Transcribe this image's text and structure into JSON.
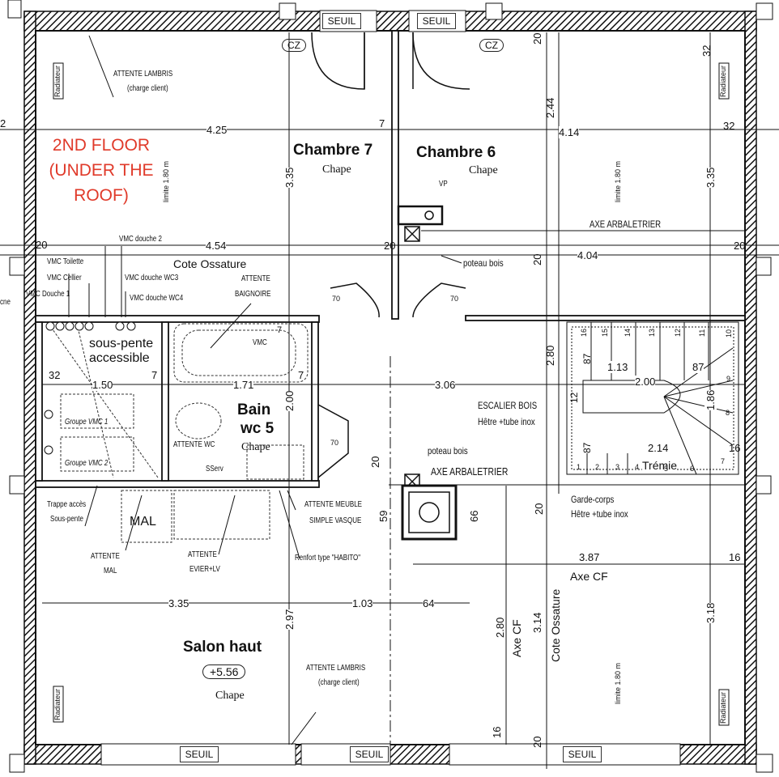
{
  "floor_label": "2ND FLOOR (UNDER THE ROOF)",
  "rooms": {
    "chambre7": {
      "name": "Chambre 7",
      "finish": "Chape"
    },
    "chambre6": {
      "name": "Chambre 6",
      "finish": "Chape"
    },
    "bain": {
      "name_line1": "Bain",
      "name_line2": "wc 5",
      "finish": "Chape"
    },
    "salon": {
      "name": "Salon haut",
      "level": "+5.56",
      "finish": "Chape"
    },
    "souspente": {
      "line1": "sous-pente",
      "line2": "accessible"
    }
  },
  "thresholds": {
    "top_left": "SEUIL",
    "top_right": "SEUIL",
    "bottom_left": "SEUIL",
    "bottom_mid": "SEUIL",
    "bottom_right": "SEUIL"
  },
  "cz_marks": [
    "CZ",
    "CZ"
  ],
  "radiator": "Radiateur",
  "notes": {
    "attente_lambris_top_1": "ATTENTE LAMBRIS",
    "attente_lambris_top_2": "(charge client)",
    "attente_lambris_bot_1": "ATTENTE LAMBRIS",
    "attente_lambris_bot_2": "(charge client)",
    "limite_180": "limite 1.80 m",
    "vp": "VP",
    "poteau_bois": "poteau bois",
    "axe_arbaletrier": "AXE ARBALETRIER",
    "cote_ossature": "Cote Ossature",
    "vmc_douche2": "VMC douche 2",
    "vmc_toilette": "VMC Toilette",
    "vmc_cellier": "VMC Cellier",
    "vmc_douche1": "VMC Douche 1",
    "vmc_douche_wc3": "VMC douche WC3",
    "vmc_douche_wc4": "VMC douche WC4",
    "attente_baignoire_1": "ATTENTE",
    "attente_baignoire_2": "BAIGNOIRE",
    "vmc": "VMC",
    "groupe_vmc1": "Groupe VMC 1",
    "groupe_vmc2": "Groupe VMC 2",
    "attente_wc": "ATTENTE WC",
    "sserv": "SServ",
    "trappe_1": "Trappe accès",
    "trappe_2": "Sous-pente",
    "mal": "MAL",
    "attente_mal_1": "ATTENTE",
    "attente_mal_2": "MAL",
    "attente_evier_1": "ATTENTE",
    "attente_evier_2": "EVIER+LV",
    "attente_meuble_1": "ATTENTE MEUBLE",
    "attente_meuble_2": "SIMPLE VASQUE",
    "renfort": "Renfort  type \"HABITO\"",
    "escalier_1": "ESCALIER BOIS",
    "escalier_2": "Hêtre +tube inox",
    "tremie": "Trémie",
    "garde_1": "Garde-corps",
    "garde_2": "Hêtre +tube inox",
    "axe_cf_h": "Axe CF",
    "axe_cf_v": "Axe CF",
    "cote_ossature_v": "Cote Ossature",
    "cne": "cne"
  },
  "dimensions": {
    "d_425": "4.25",
    "d_7": "7",
    "d_414": "4.14",
    "d_32a": "32",
    "d_32b": "32",
    "d_244": "2.44",
    "d_20a": "20",
    "d_335a": "3.35",
    "d_335b": "3.35",
    "d_20b": "20",
    "d_454": "4.54",
    "d_20c": "20",
    "d_20d": "20",
    "d_404": "4.04",
    "d_20e": "20",
    "d_70a": "70",
    "d_70b": "70",
    "d_280a": "2.80",
    "d_32c": "32",
    "d_150": "1.50",
    "d_7b": "7",
    "d_171": "1.71",
    "d_7c": "7",
    "d_200": "2.00",
    "d_306": "3.06",
    "d_113": "1.13",
    "d_200b": "2.00",
    "d_87a": "87",
    "d_87b": "87",
    "d_87c": "87",
    "d_186": "1.86",
    "d_214": "2.14",
    "d_16a": "16",
    "d_70c": "70",
    "d_20f": "20",
    "d_59": "59",
    "d_66": "66",
    "d_20g": "20",
    "d_387": "3.87",
    "d_16b": "16",
    "d_335c": "3.35",
    "d_297": "2.97",
    "d_103": "1.03",
    "d_64": "64",
    "d_280b": "2.80",
    "d_314": "3.14",
    "d_318": "3.18",
    "d_16c": "16",
    "d_20h": "20",
    "d_12": "12",
    "d_7d": "7",
    "d_2": "2"
  },
  "stair_steps": [
    "1",
    "2",
    "3",
    "4",
    "5",
    "6",
    "7",
    "8",
    "9",
    "10",
    "11",
    "12",
    "13",
    "14",
    "15",
    "16"
  ]
}
